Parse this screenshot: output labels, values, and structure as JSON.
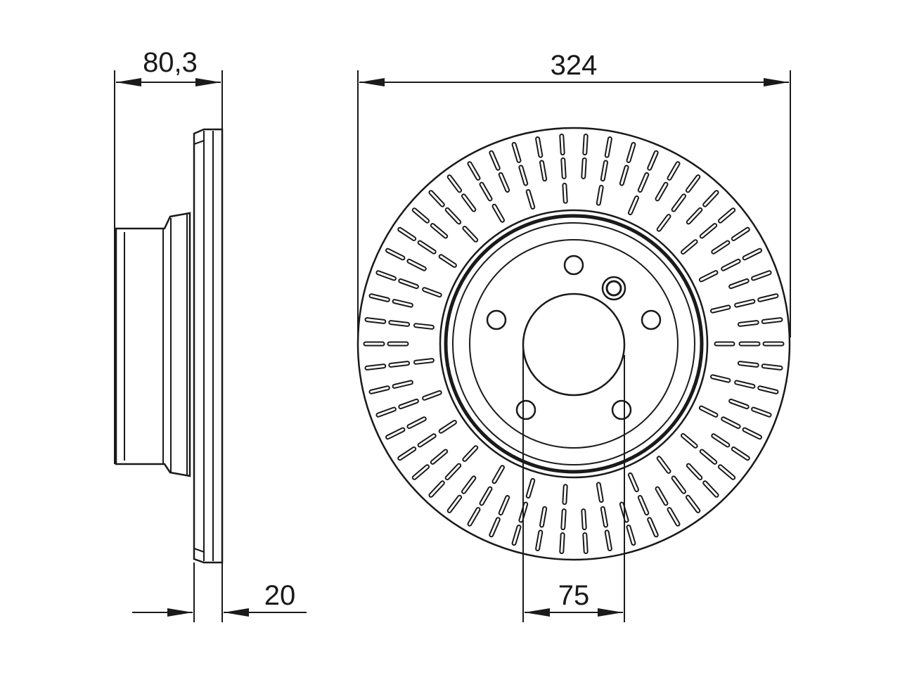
{
  "dimensions": {
    "hub_height": "80,3",
    "outer_diameter": "324",
    "disc_thickness": "20",
    "center_bore": "75"
  },
  "colors": {
    "line": "#1a1a1a",
    "background": "#ffffff"
  }
}
